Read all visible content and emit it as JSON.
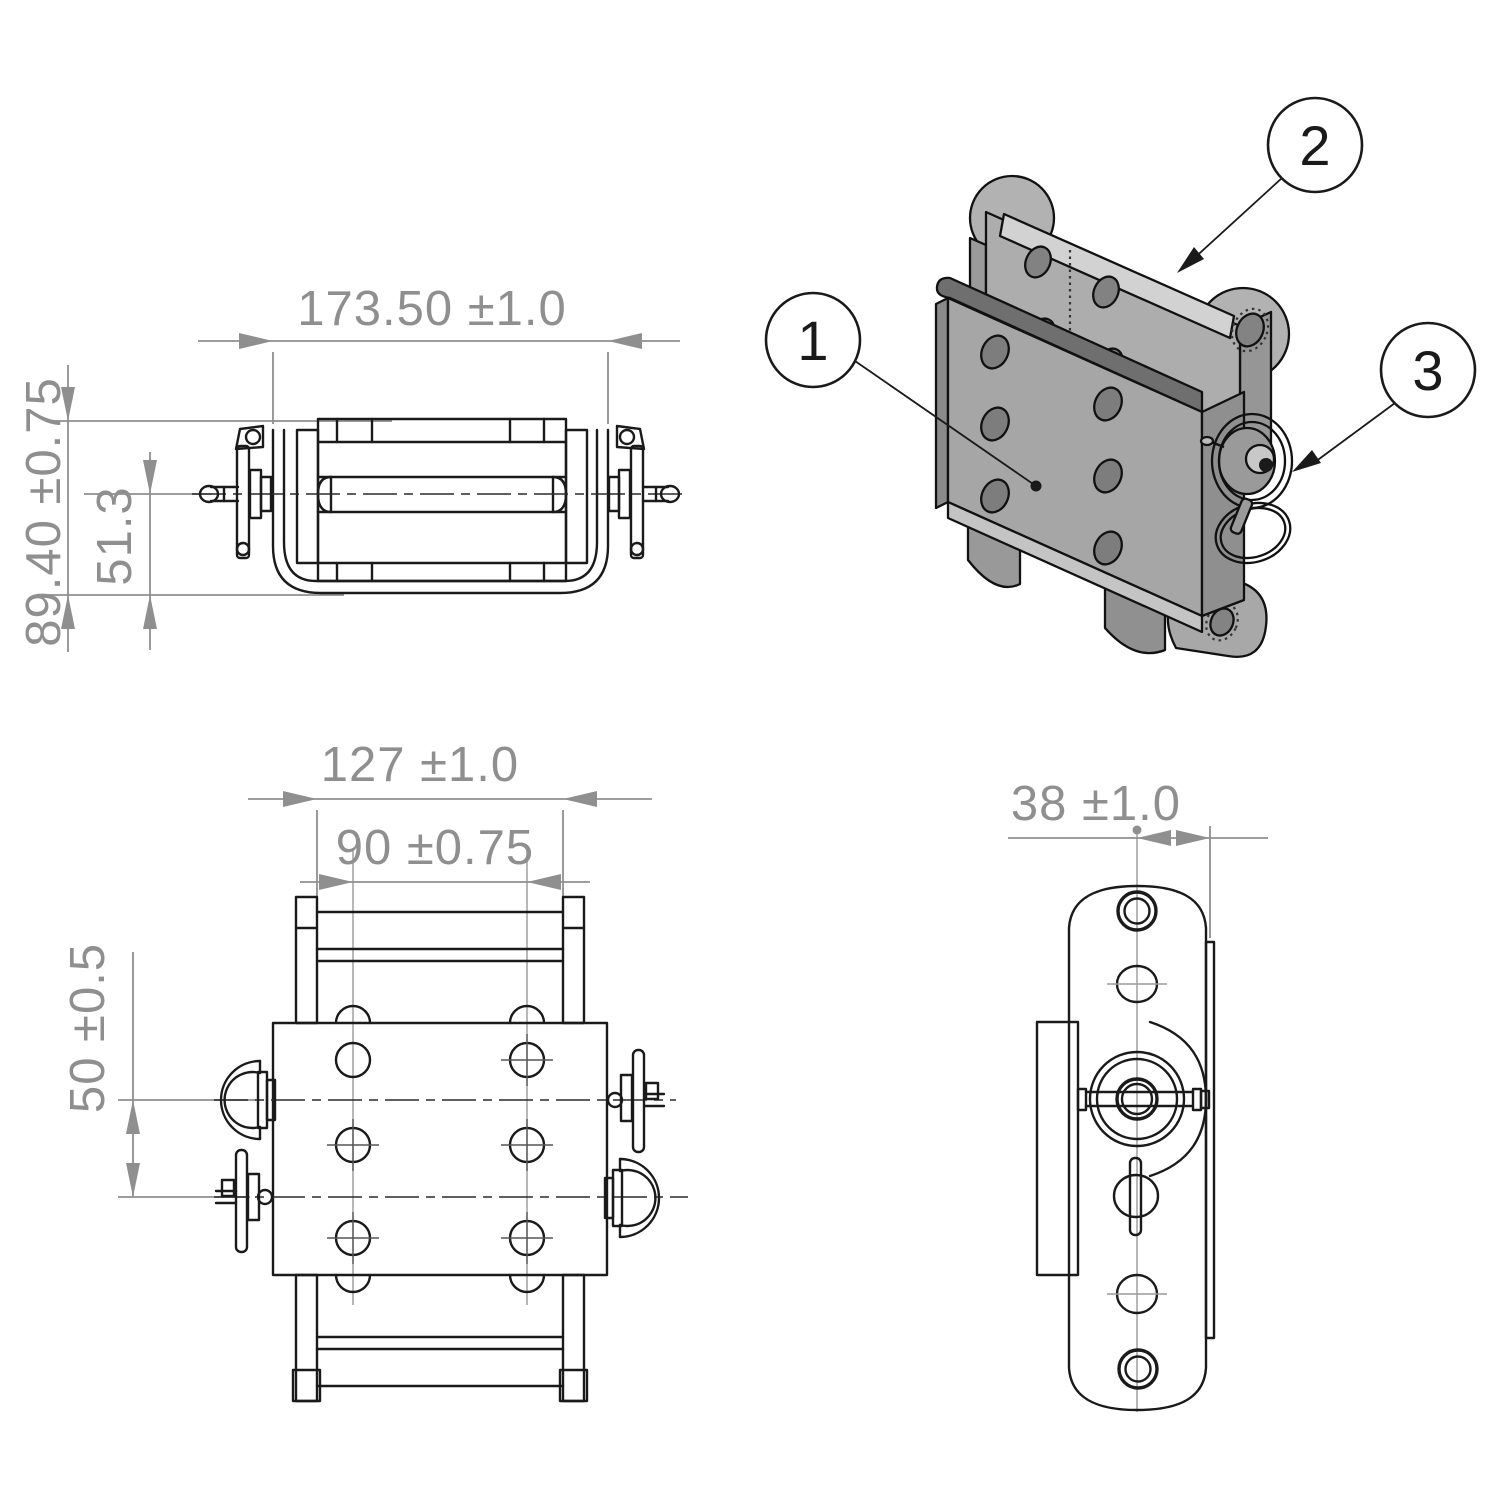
{
  "drawing": {
    "side_view": {
      "overall_width": "173.50 ±1.0",
      "overall_height": "89.40 ±0.75",
      "pin_height": "51.3"
    },
    "front_view": {
      "rail_width": "127 ±1.0",
      "hole_spacing": "90 ±0.75",
      "pin_spacing": "50 ±0.5"
    },
    "profile_view": {
      "thickness": "38 ±1.0"
    },
    "balloons": [
      {
        "label": "1"
      },
      {
        "label": "2"
      },
      {
        "label": "3"
      }
    ]
  },
  "colors": {
    "line": "#1a1a1a",
    "dimension": "#8f8f8f",
    "iso_light": "#c4c4c4",
    "iso_mid": "#a6a6a6",
    "iso_dark": "#8f8f8f",
    "iso_band": "#6f6f6f",
    "background": "#ffffff"
  }
}
